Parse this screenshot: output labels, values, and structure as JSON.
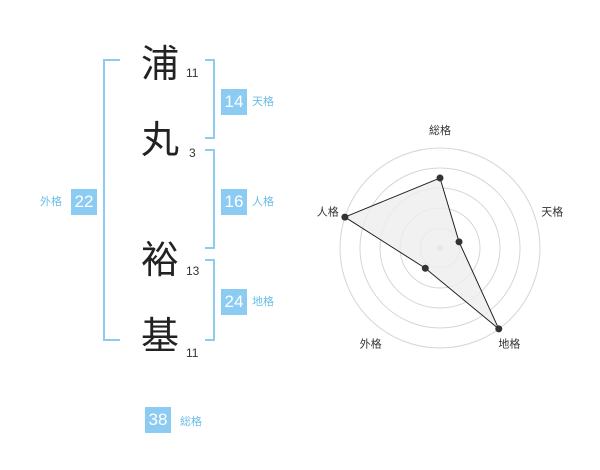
{
  "name": {
    "chars": [
      {
        "char": "浦",
        "strokes": "11"
      },
      {
        "char": "丸",
        "strokes": "3"
      },
      {
        "char": "裕",
        "strokes": "13"
      },
      {
        "char": "基",
        "strokes": "11"
      }
    ]
  },
  "kaku": {
    "tenkaku": {
      "value": "14",
      "label": "天格"
    },
    "jinkaku": {
      "value": "16",
      "label": "人格"
    },
    "chikaku": {
      "value": "24",
      "label": "地格"
    },
    "gaikaku": {
      "value": "22",
      "label": "外格"
    },
    "soukaku": {
      "value": "38",
      "label": "総格"
    }
  },
  "colors": {
    "accent": "#8ccbf2",
    "bracket": "#8ccbf2",
    "label": "#6bbde8"
  },
  "chart_data": {
    "type": "radar",
    "axes": [
      "総格",
      "天格",
      "地格",
      "外格",
      "人格"
    ],
    "values": [
      0.7,
      0.2,
      1.0,
      0.25,
      1.0
    ],
    "rings": 5,
    "grid": true
  }
}
